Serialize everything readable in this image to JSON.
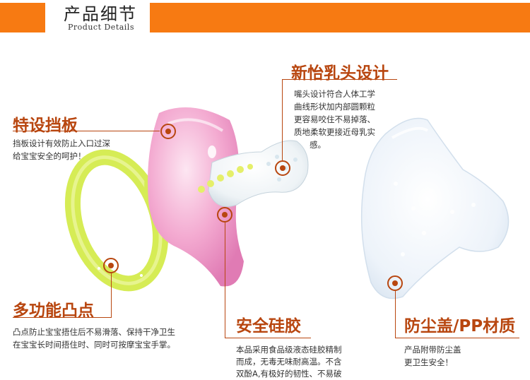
{
  "header": {
    "title": "产品细节",
    "subtitle": "Product Details"
  },
  "callouts": {
    "shield": {
      "title": "特设挡板",
      "desc": [
        "挡板设计有效防止入口过深",
        "给宝宝安全的呵护！"
      ]
    },
    "nipple": {
      "title": "新怡乳头设计",
      "desc": [
        "嘴头设计符合人体工学",
        "曲线形状加内部圆颗粒",
        "更容易咬住不易掉落、",
        "质地柔软更接近母乳实",
        "感。"
      ]
    },
    "dots": {
      "title": "多功能凸点",
      "desc": [
        "凸点防止宝宝捂住后不易滑落、保持干净卫生",
        "在宝宝长时间捂住时、同时可按摩宝宝手掌。"
      ]
    },
    "silicone": {
      "title": "安全硅胶",
      "desc": [
        "本品采用食品级液态硅胶精制",
        "而成，无毒无味耐高温。不含",
        "双酚A,有极好的韧性、不易破"
      ]
    },
    "cover": {
      "title": "防尘盖/PP材质",
      "desc": [
        "产品附带防尘盖",
        "更卫生安全！"
      ]
    }
  },
  "colors": {
    "accent": "#f77a12",
    "callout": "#b8460f",
    "pink_shield": "#f2a5cf",
    "yellow_ring": "#d6ec55",
    "cover": "#eef4fb"
  }
}
